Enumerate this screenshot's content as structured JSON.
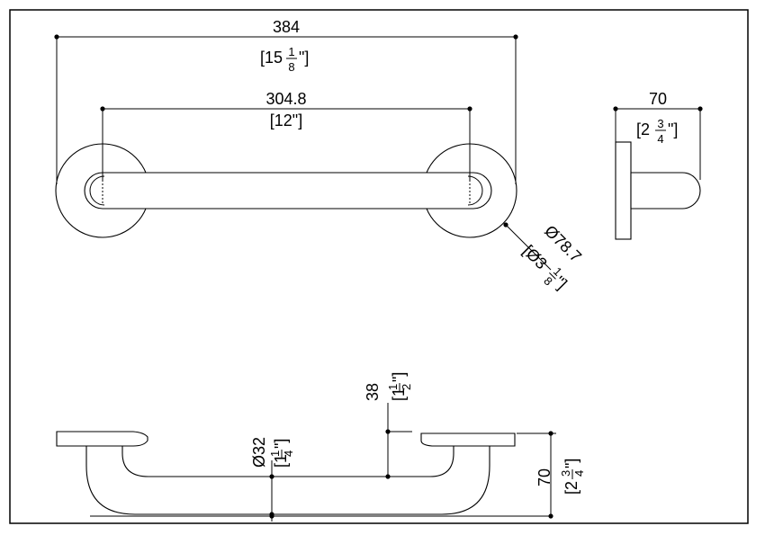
{
  "dimensions": {
    "overall_length": {
      "mm": "384",
      "in_open": "[15",
      "in_num": "1",
      "in_den": "8",
      "in_close": "\"]"
    },
    "center_length": {
      "mm": "304.8",
      "in": "[12\"]"
    },
    "side_depth": {
      "mm": "70",
      "in_open": "[2",
      "in_num": "3",
      "in_den": "4",
      "in_close": "\"]"
    },
    "flange_diameter": {
      "mm": "Ø78.7",
      "in_open": "[Ø3",
      "in_num": "1",
      "in_den": "8",
      "in_close": "\"]"
    },
    "wall_clearance": {
      "mm": "38",
      "in_open": "[1",
      "in_num": "1",
      "in_den": "2",
      "in_close": "\"]"
    },
    "tube_diameter": {
      "mm": "Ø32",
      "in_open": "[1",
      "in_num": "1",
      "in_den": "4",
      "in_close": "\"]"
    },
    "bottom_depth": {
      "mm": "70",
      "in_open": "[2",
      "in_num": "3",
      "in_den": "4",
      "in_close": "\"]"
    }
  },
  "colors": {
    "line": "#000000",
    "background": "#ffffff"
  }
}
